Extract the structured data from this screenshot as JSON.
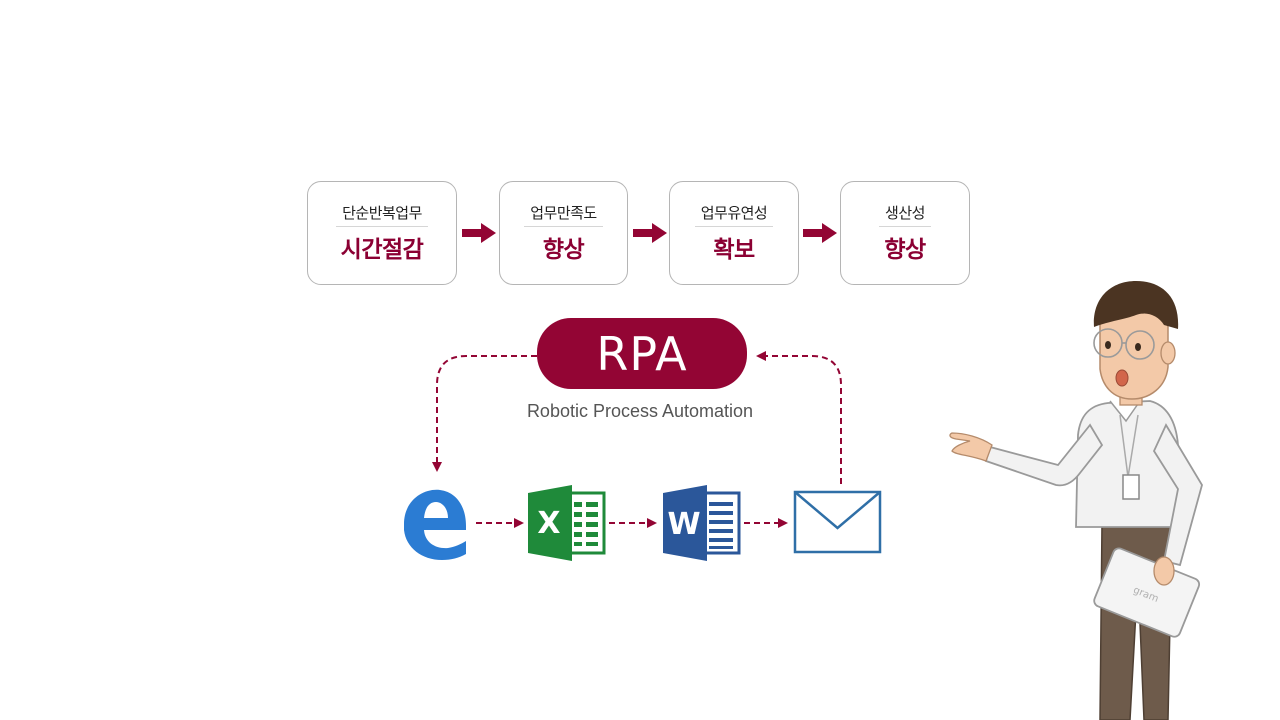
{
  "steps": [
    {
      "top": "단순반복업무",
      "main": "시간절감"
    },
    {
      "top": "업무만족도",
      "main": "향상"
    },
    {
      "top": "업무유연성",
      "main": "확보"
    },
    {
      "top": "생산성",
      "main": "향상"
    }
  ],
  "rpa": {
    "title": "RPA",
    "subtitle": "Robotic Process Automation"
  },
  "apps": [
    {
      "icon": "edge-browser-icon",
      "letter": "e"
    },
    {
      "icon": "excel-icon",
      "letter": "X"
    },
    {
      "icon": "word-icon",
      "letter": "W"
    },
    {
      "icon": "mail-envelope-icon"
    }
  ],
  "laptop_label": "gram",
  "colors": {
    "accent": "#930534",
    "edge": "#2b7cd3",
    "excel": "#1f8a3a",
    "word": "#2b579a",
    "mail": "#2f6fa7"
  }
}
